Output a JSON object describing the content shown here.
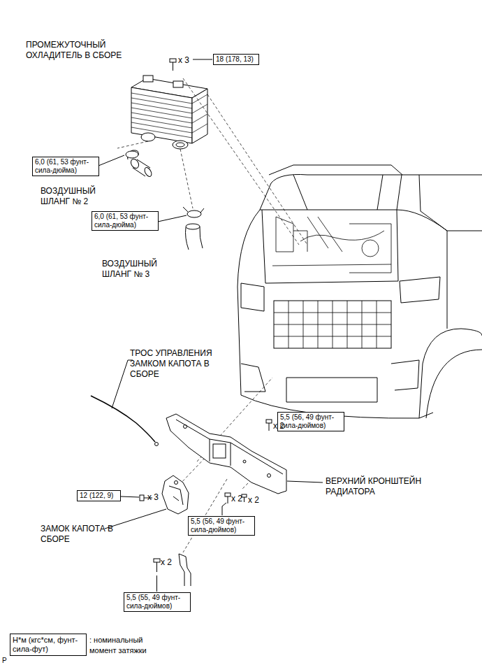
{
  "diagram": {
    "nodes": [
      {
        "text": [
          "18 (178, 13)"
        ]
      },
      {
        "text": [
          "6,0 (61, 53 фунт-сила-дюйма)"
        ]
      },
      {
        "text": [
          "6,0 (61, 53 фунт-сила-дюйма)"
        ]
      },
      {
        "text": [
          "5,5 (56, 49 фунт-сила-дюймов)"
        ]
      },
      {
        "text": [
          "12 (122, 9)"
        ]
      },
      {
        "text": [
          "5,5 (56, 49 фунт-сила-дюймов)"
        ]
      },
      {
        "text": [
          "5,5 (55, 49 фунт-сила-дюймов)"
        ]
      },
      {
        "text": [
          "Н*м (кгс*см, фунт-сила-фут)"
        ]
      }
    ],
    "labels": [
      "ПРОМЕЖУТОЧНЫЙ ОХЛАДИТЕЛЬ В СБОРЕ",
      "x 3",
      "ВОЗДУШНЫЙ ШЛАНГ № 2",
      "ВОЗДУШНЫЙ ШЛАНГ № 3",
      "ТРОС УПРАВЛЕНИЯ ЗАМКОМ КАПОТА В СБОРЕ",
      "x 2",
      "ВЕРХНИЙ КРОНШТЕЙН РАДИАТОРА",
      "x 3",
      "x 2",
      "x 2",
      "ЗАМОК КАПОТА В СБОРЕ",
      "x 2",
      ": номинальный момент затяжки",
      "P"
    ]
  }
}
